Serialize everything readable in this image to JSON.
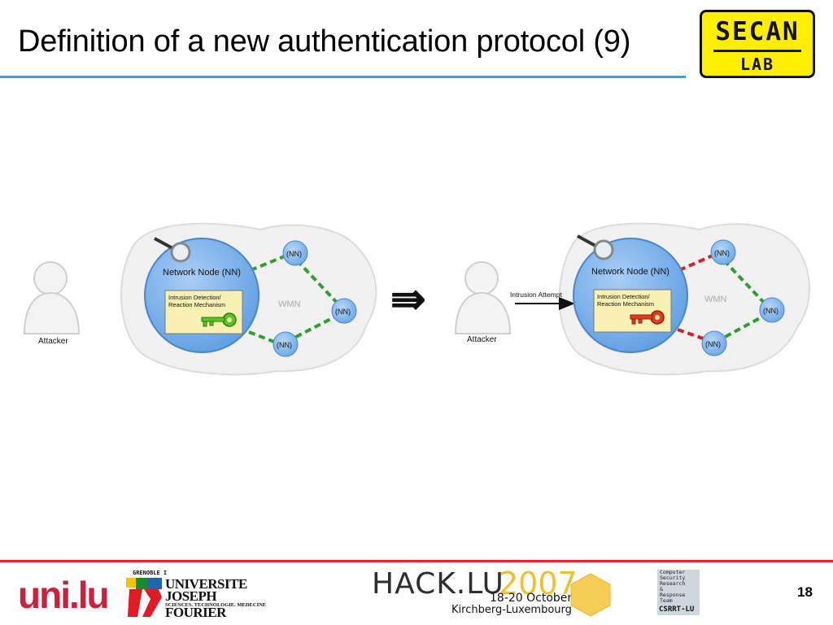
{
  "slide": {
    "title": "Definition of a new authentication protocol (9)",
    "page_number": "18"
  },
  "logos": {
    "secan_top": "SECAN",
    "secan_bottom": "LAB",
    "unilu": "uni.lu",
    "ujf_grenoble": "GRENOBLE I",
    "ujf_name1": "UNIVERSITE",
    "ujf_name2": "JOSEPH FOURIER",
    "ujf_tagline": "SCIENCES. TECHNOLOGIE. MEDECINE",
    "hacklu_word": "HACK.LU",
    "hacklu_year": "2007",
    "hacklu_dates": "18-20 October",
    "hacklu_place": "Kirchberg-Luxembourg",
    "csrrt_lines": "Computer\nSecurity\nResearch\n&\nResponse\nTeam",
    "csrrt_name": "CSRRT-LU"
  },
  "diagram": {
    "left": {
      "attacker": "Attacker",
      "network_node": "Network Node (NN)",
      "ids_line1": "Intrusion Detection/",
      "ids_line2": "Reaction Mechanism",
      "wmn": "WMN",
      "nn_top": "(NN)",
      "nn_right": "(NN)",
      "nn_bottom": "(NN)"
    },
    "implies_symbol": "⇛",
    "right": {
      "attacker": "Attacker",
      "attempt": "Intrusion Attempt",
      "network_node": "Network Node (NN)",
      "ids_line1": "Intrusion Detection/",
      "ids_line2": "Reaction Mechanism",
      "wmn": "WMN",
      "nn_top": "(NN)",
      "nn_right": "(NN)",
      "nn_bottom": "(NN)"
    }
  },
  "colors": {
    "title_rule": "#29abe2",
    "footer_rule": "#e8252c",
    "node_fill": "#6aa7e8",
    "link_safe": "#2e9e2e",
    "link_alert": "#d42020",
    "key_safe": "#5cc41f",
    "key_alert": "#e63b1f",
    "secan_yellow": "#ffee00"
  }
}
